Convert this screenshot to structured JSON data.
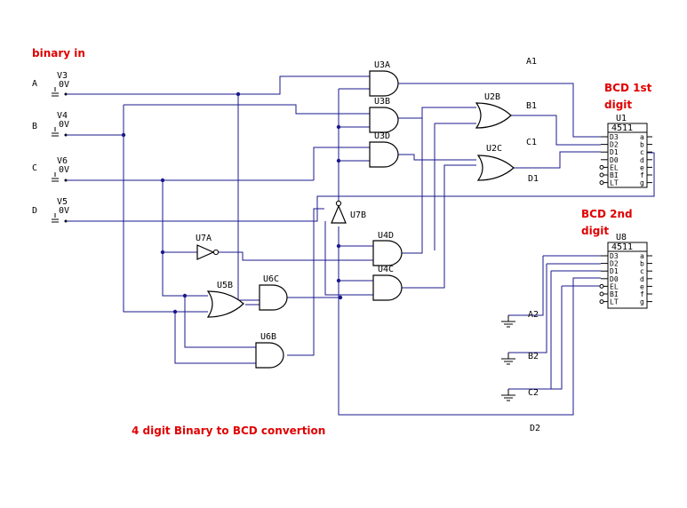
{
  "title": "4 digit Binary to BCD convertion",
  "binary_in_label": "binary in",
  "inputs": [
    {
      "name": "A",
      "ref": "V3",
      "value": "0V"
    },
    {
      "name": "B",
      "ref": "V4",
      "value": "0V"
    },
    {
      "name": "C",
      "ref": "V6",
      "value": "0V"
    },
    {
      "name": "D",
      "ref": "V5",
      "value": "0V"
    }
  ],
  "gates": {
    "u3a": "U3A",
    "u3b": "U3B",
    "u3d": "U3D",
    "u2b": "U2B",
    "u2c": "U2C",
    "u7a": "U7A",
    "u7b": "U7B",
    "u4d": "U4D",
    "u4c": "U4C",
    "u5b": "U5B",
    "u6c": "U6C",
    "u6b": "U6B"
  },
  "chips": [
    {
      "ref": "U1",
      "part": "4511",
      "heading": "BCD 1st digit",
      "left_pins": [
        "D3",
        "D2",
        "D1",
        "D0",
        "EL",
        "BI",
        "LT"
      ],
      "right_pins": [
        "a",
        "b",
        "c",
        "d",
        "e",
        "f",
        "g"
      ]
    },
    {
      "ref": "U8",
      "part": "4511",
      "heading": "BCD 2nd digit",
      "left_pins": [
        "D3",
        "D2",
        "D1",
        "D0",
        "EL",
        "BI",
        "LT"
      ],
      "right_pins": [
        "a",
        "b",
        "c",
        "d",
        "e",
        "f",
        "g"
      ]
    }
  ],
  "outputs": {
    "a1": "A1",
    "b1": "B1",
    "c1": "C1",
    "d1": "D1",
    "a2": "A2",
    "b2": "B2",
    "c2": "C2",
    "d2": "D2"
  }
}
